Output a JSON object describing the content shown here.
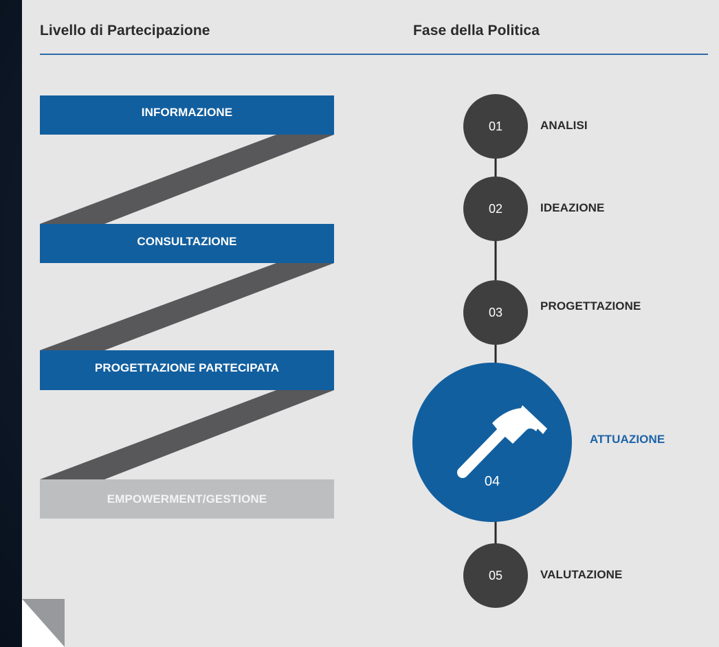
{
  "header": {
    "left_title": "Livello di Partecipazione",
    "right_title": "Fase della Politica"
  },
  "levels": [
    {
      "label": "INFORMAZIONE",
      "style": "blue"
    },
    {
      "label": "CONSULTAZIONE",
      "style": "blue"
    },
    {
      "label": "PROGETTAZIONE PARTECIPATA",
      "style": "blue"
    },
    {
      "label": "EMPOWERMENT/GESTIONE",
      "style": "grey"
    }
  ],
  "phases": [
    {
      "number": "01",
      "label": "ANALISI"
    },
    {
      "number": "02",
      "label": "IDEAZIONE"
    },
    {
      "number": "03",
      "label": "PROGETTAZIONE"
    },
    {
      "number": "04",
      "label": "ATTUAZIONE",
      "active": true,
      "icon": "hammer-icon"
    },
    {
      "number": "05",
      "label": "VALUTAZIONE"
    }
  ],
  "colors": {
    "blue": "#125f9f",
    "dark_node": "#3f3f3f",
    "zigzag": "#58585a",
    "grey_band": "#bdbec0",
    "panel": "#e6e6e7",
    "active_label": "#1d63a6"
  }
}
